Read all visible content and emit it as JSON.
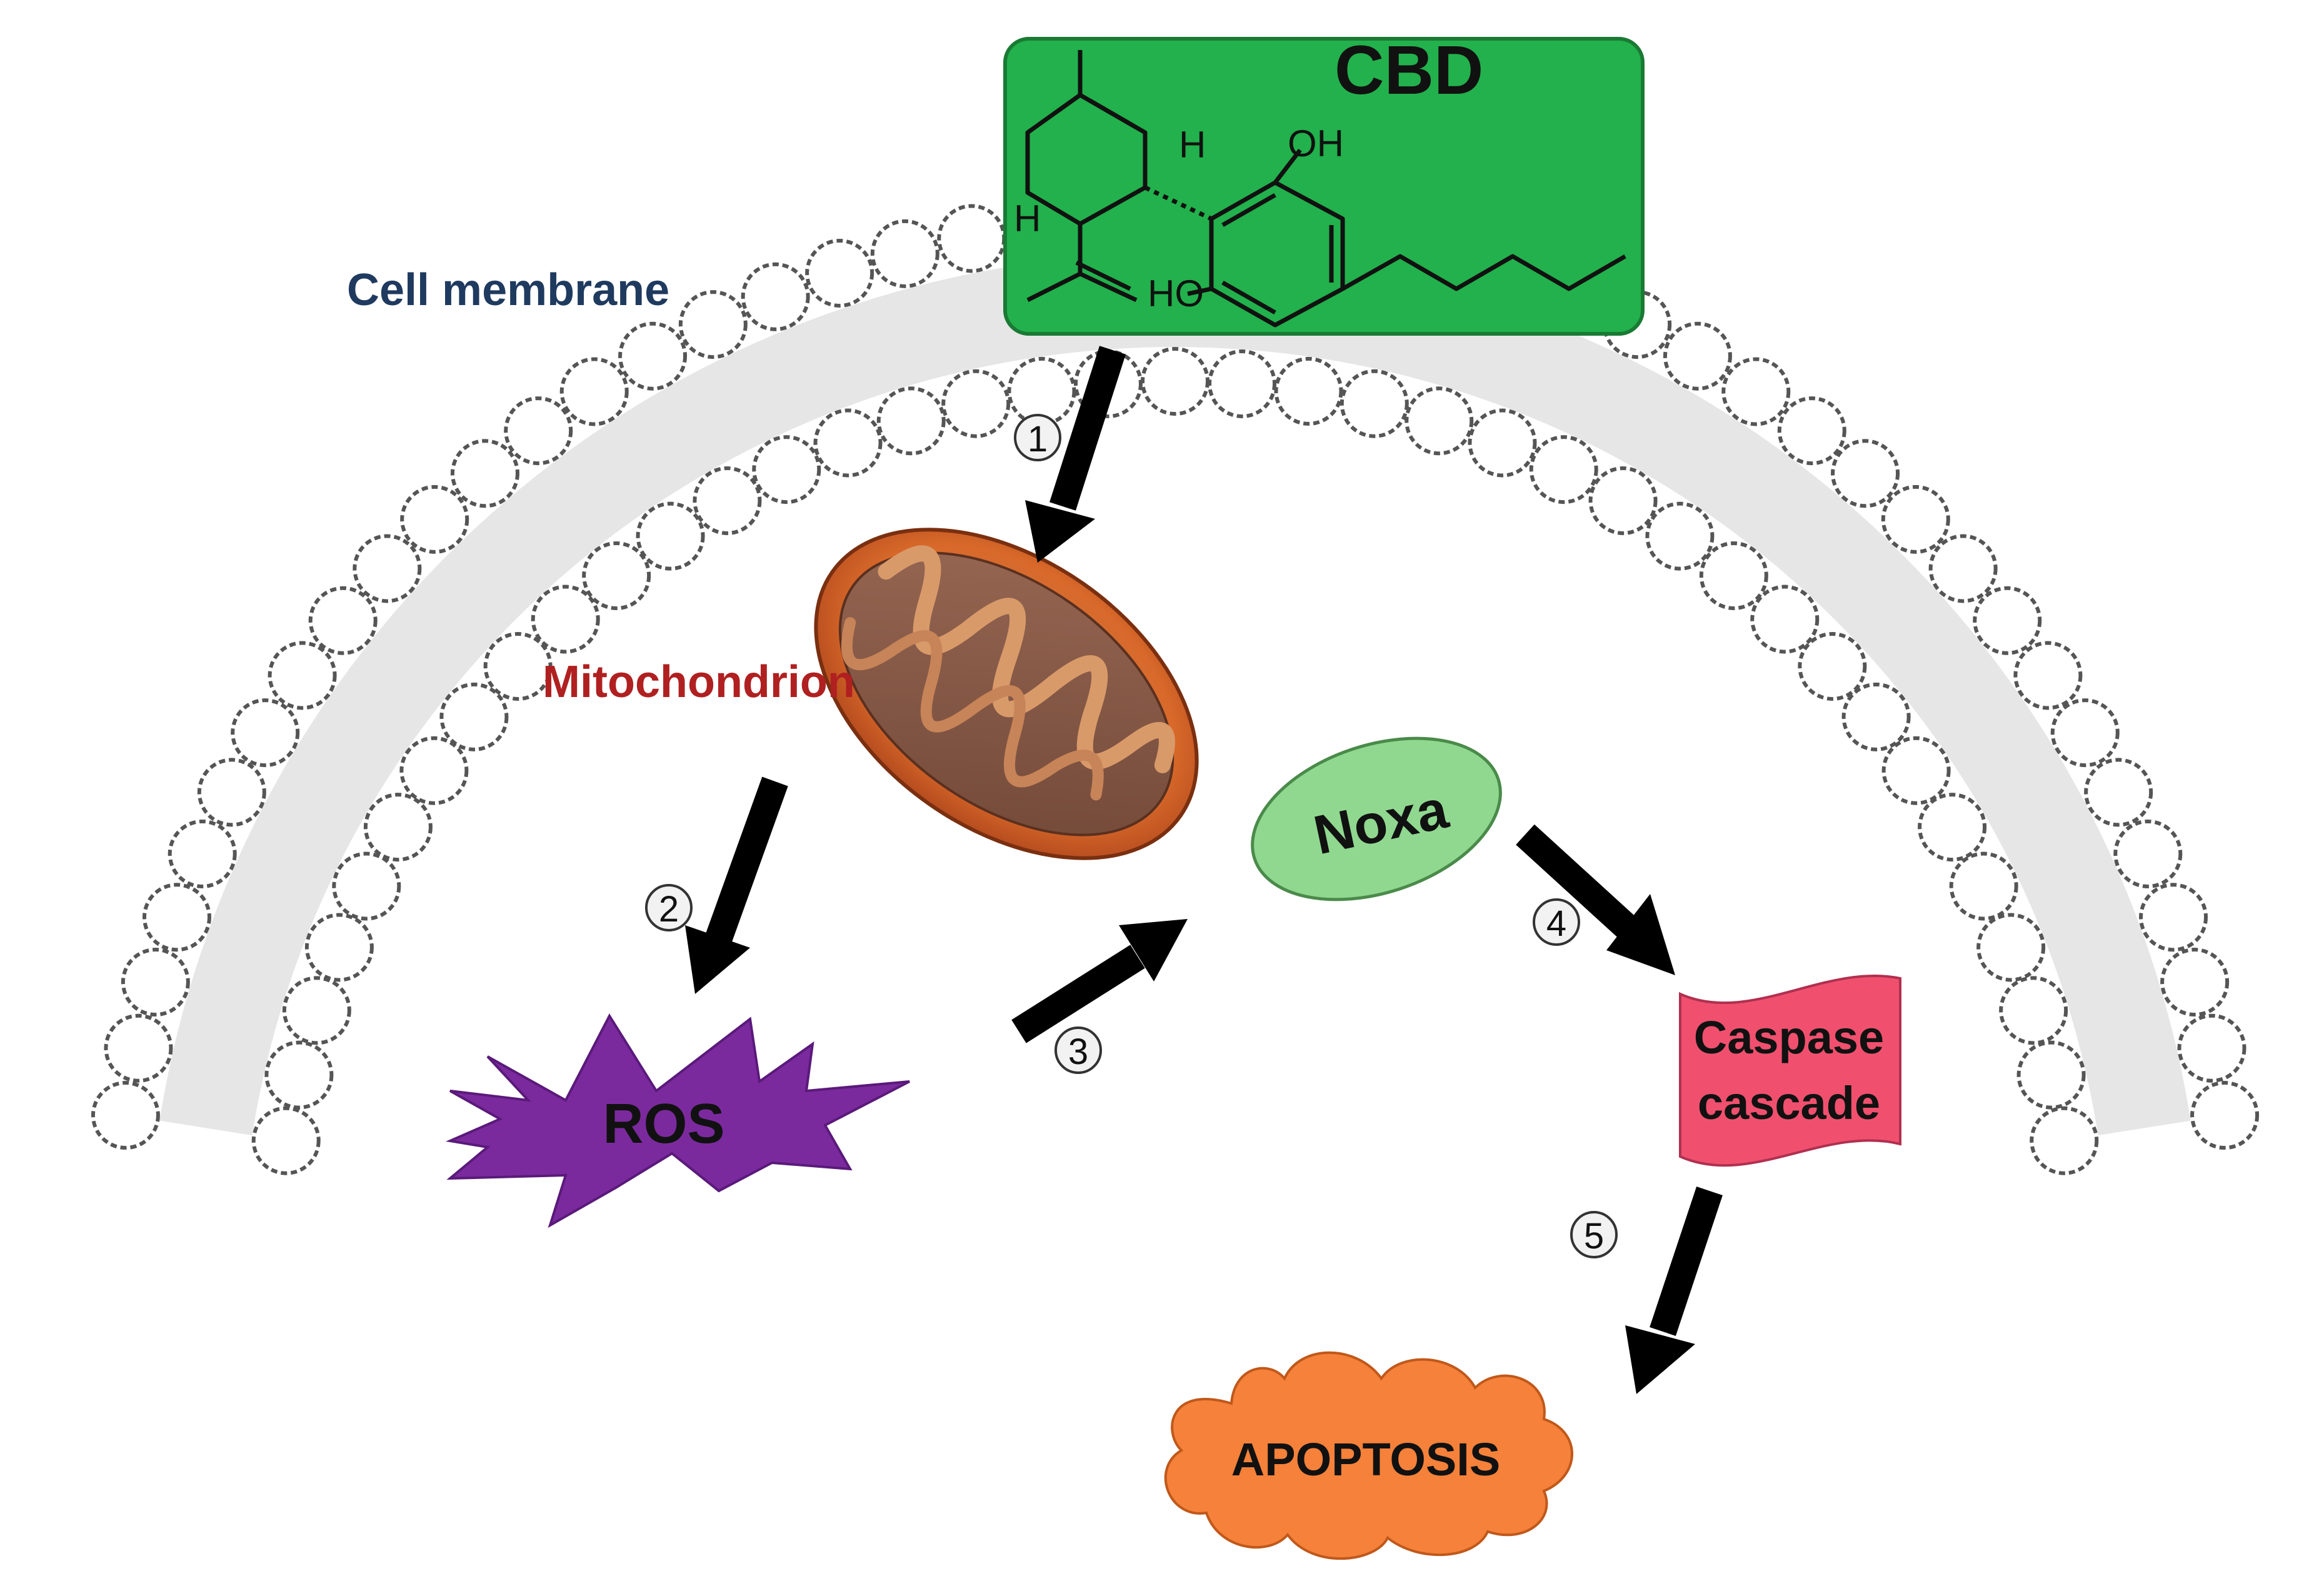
{
  "labels": {
    "cbd": "CBD",
    "cell_membrane": "Cell membrane",
    "mitochondrion": "Mitochondrion",
    "noxa": "Noxa",
    "ros": "ROS",
    "caspase_line1": "Caspase",
    "caspase_line2": "cascade",
    "apoptosis": "APOPTOSIS"
  },
  "molecule": {
    "h_top": "H",
    "h_left": "H",
    "oh": "OH",
    "ho": "HO"
  },
  "steps": [
    "1",
    "2",
    "3",
    "4",
    "5"
  ],
  "colors": {
    "cbd_box": "#22b14c",
    "ros": "#7b2a9e",
    "noxa": "#90d890",
    "caspase": "#f0506e",
    "apoptosis": "#f5813a",
    "mitochondrion_outer": "#e8762a",
    "mitochondrion_inner": "#8a5a45",
    "cell_membrane_text": "#1f3a5f",
    "mitochondrion_text": "#b02020",
    "arrow": "#000000"
  }
}
